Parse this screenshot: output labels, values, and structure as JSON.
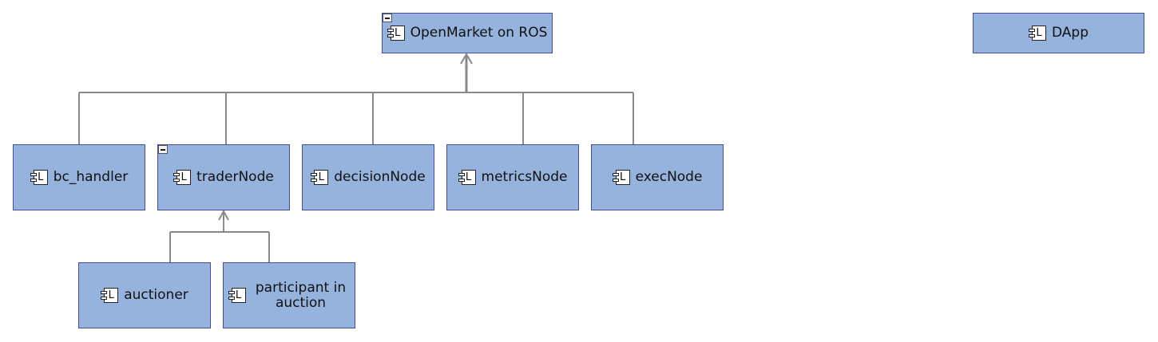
{
  "diagram": {
    "nodes": {
      "openmarket": {
        "label": "OpenMarket on ROS",
        "icon": "component-icon",
        "collapsible": true
      },
      "dapp": {
        "label": "DApp",
        "icon": "component-icon",
        "collapsible": false
      },
      "bc_handler": {
        "label": "bc_handler",
        "icon": "component-icon",
        "collapsible": false
      },
      "traderNode": {
        "label": "traderNode",
        "icon": "component-icon",
        "collapsible": true
      },
      "decisionNode": {
        "label": "decisionNode",
        "icon": "component-icon",
        "collapsible": false
      },
      "metricsNode": {
        "label": "metricsNode",
        "icon": "component-icon",
        "collapsible": false
      },
      "execNode": {
        "label": "execNode",
        "icon": "component-icon",
        "collapsible": false
      },
      "auctioner": {
        "label": "auctioner",
        "icon": "component-icon",
        "collapsible": false
      },
      "participant": {
        "label": "participant in auction",
        "icon": "component-icon",
        "collapsible": false
      }
    },
    "icon_glyph": "L",
    "edges": [
      {
        "from": "bc_handler",
        "to": "openmarket"
      },
      {
        "from": "traderNode",
        "to": "openmarket"
      },
      {
        "from": "decisionNode",
        "to": "openmarket"
      },
      {
        "from": "metricsNode",
        "to": "openmarket"
      },
      {
        "from": "execNode",
        "to": "openmarket"
      },
      {
        "from": "auctioner",
        "to": "traderNode"
      },
      {
        "from": "participant",
        "to": "traderNode"
      }
    ],
    "colors": {
      "node_fill": "#95b3dc",
      "node_border": "#4a4f95",
      "edge": "#8a8a8a",
      "text": "#111111"
    }
  }
}
